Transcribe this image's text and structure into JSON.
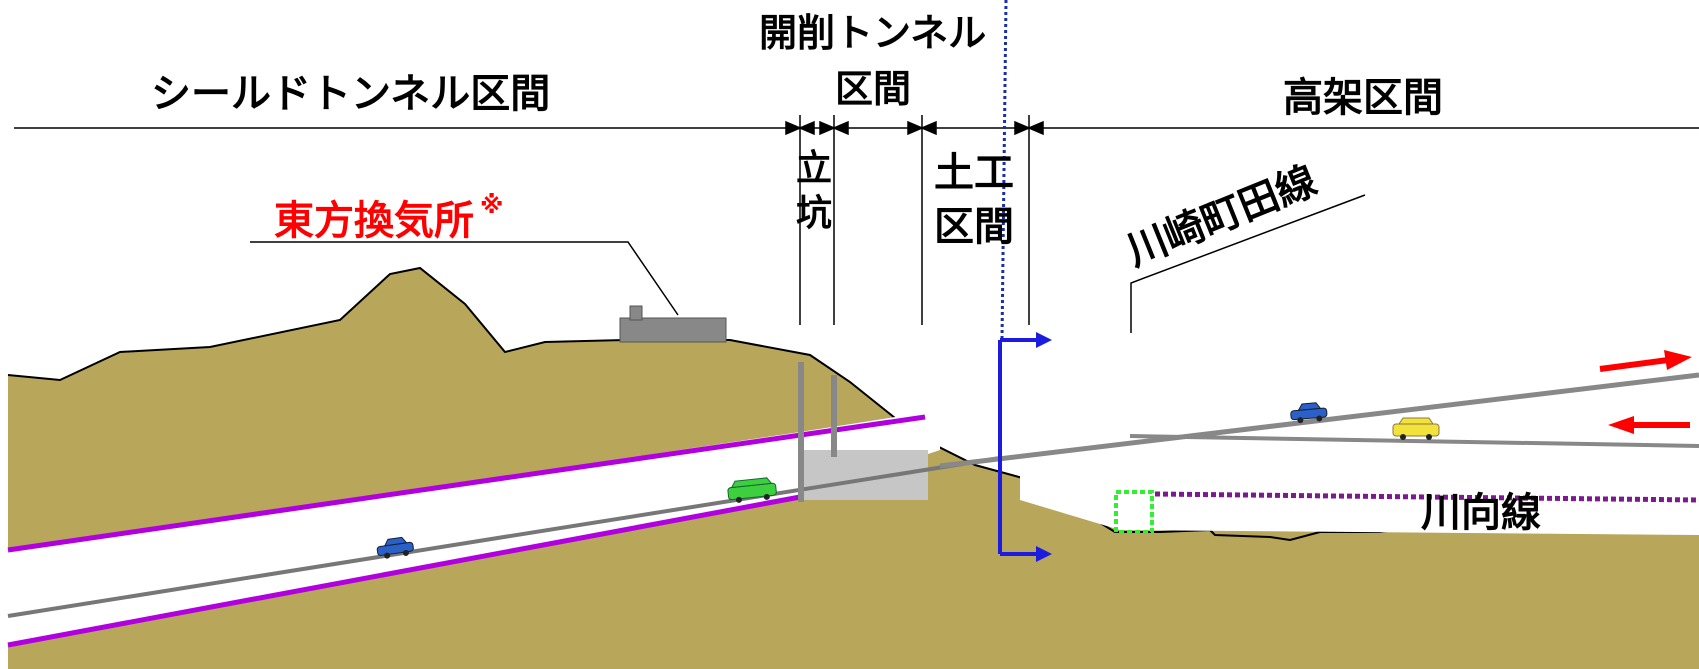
{
  "top_note": "",
  "labels": {
    "shield_section": "シールドトンネル区間",
    "cut_cover_line1": "開削トンネル",
    "cut_cover_line2": "区間",
    "viaduct_section": "高架区間",
    "shaft_char1": "立",
    "shaft_char2": "坑",
    "earthwork_line1": "土工",
    "earthwork_line2": "区間",
    "ventilation": "東方換気所",
    "ventilation_mark": "※",
    "kawasaki_machida": "川崎町田線",
    "kawamukai": "川向線"
  },
  "colors": {
    "ground": "#b8a65a",
    "ground_dark": "#a8964e",
    "tunnel_wall": "#b000e0",
    "kawamukai_line": "#7a1a8c",
    "divider_blue": "#1c1ce0",
    "boundary_dot": "#1a2ea8",
    "arrow_red": "#ff0000",
    "box_green": "#33ee33",
    "structure_grey": "#888888"
  },
  "icons": [
    "blue-car-icon",
    "green-car-icon",
    "yellow-car-icon",
    "red-arrow-icon",
    "blue-arrow-icon"
  ]
}
